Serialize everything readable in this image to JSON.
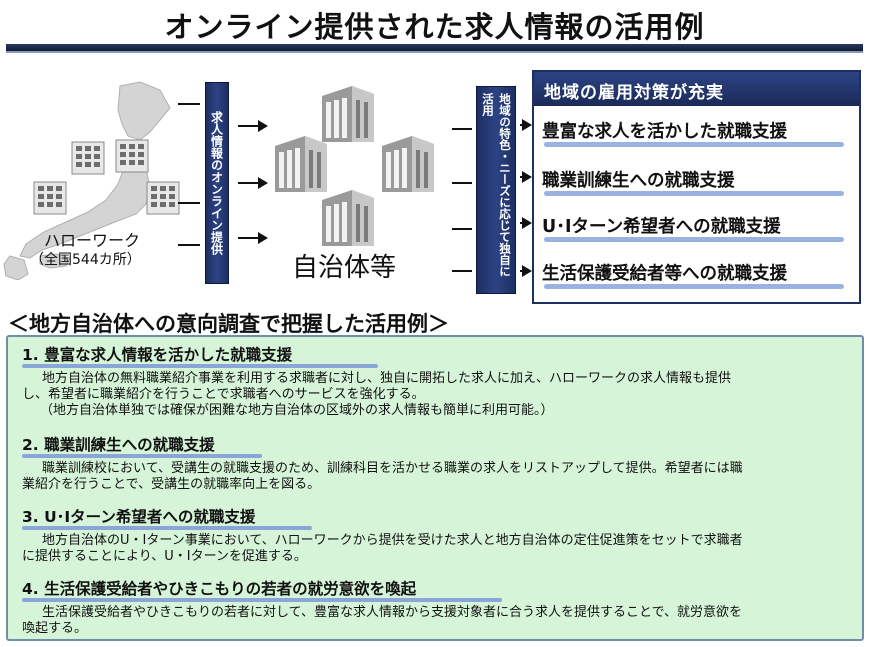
{
  "title": "オンライン提供された求人情報の活用例",
  "hello_work": {
    "label": "ハローワーク",
    "count": "（全国544カ所）"
  },
  "online_provision_label": "求人情報のオンライン提供",
  "jichitai_label": "自治体等",
  "regional_label": "地域の特色・ニーズに応じて独自に活用",
  "measures": {
    "heading": "地域の雇用対策が充実",
    "items": [
      "豊富な求人を活かした就職支援",
      "職業訓練生への就職支援",
      "U･Iターン希望者への就職支援",
      "生活保護受給者等への就職支援"
    ]
  },
  "survey_heading": "＜地方自治体への意向調査で把握した活用例＞",
  "sections": [
    {
      "title": "1. 豊富な求人情報を活かした就職支援",
      "body": [
        "地方自治体の無料職業紹介事業を利用する求職者に対し、独自に開拓した求人に加え、ハローワークの求人情報も提供",
        "し、希望者に職業紹介を行うことで求職者へのサービスを強化する。",
        "（地方自治体単独では確保が困難な地方自治体の区域外の求人情報も簡単に利用可能。）"
      ]
    },
    {
      "title": "2. 職業訓練生への就職支援",
      "body": [
        "職業訓練校において、受講生の就職支援のため、訓練科目を活かせる職業の求人をリストアップして提供。希望者には職",
        "業紹介を行うことで、受講生の就職率向上を図る。"
      ]
    },
    {
      "title": "3. U･Iターン希望者への就職支援",
      "body": [
        "地方自治体のU・Iターン事業において、ハローワークから提供を受けた求人と地方自治体の定住促進策をセットで求職者",
        "に提供することにより、U・Iターンを促進する。"
      ]
    },
    {
      "title": "4. 生活保護受給者やひきこもりの若者の就労意欲を喚起",
      "body": [
        "生活保護受給者やひきこもりの若者に対して、豊富な求人情報から支援対象者に合う求人を提供することで、就労意欲を",
        "喚起する。"
      ]
    }
  ]
}
